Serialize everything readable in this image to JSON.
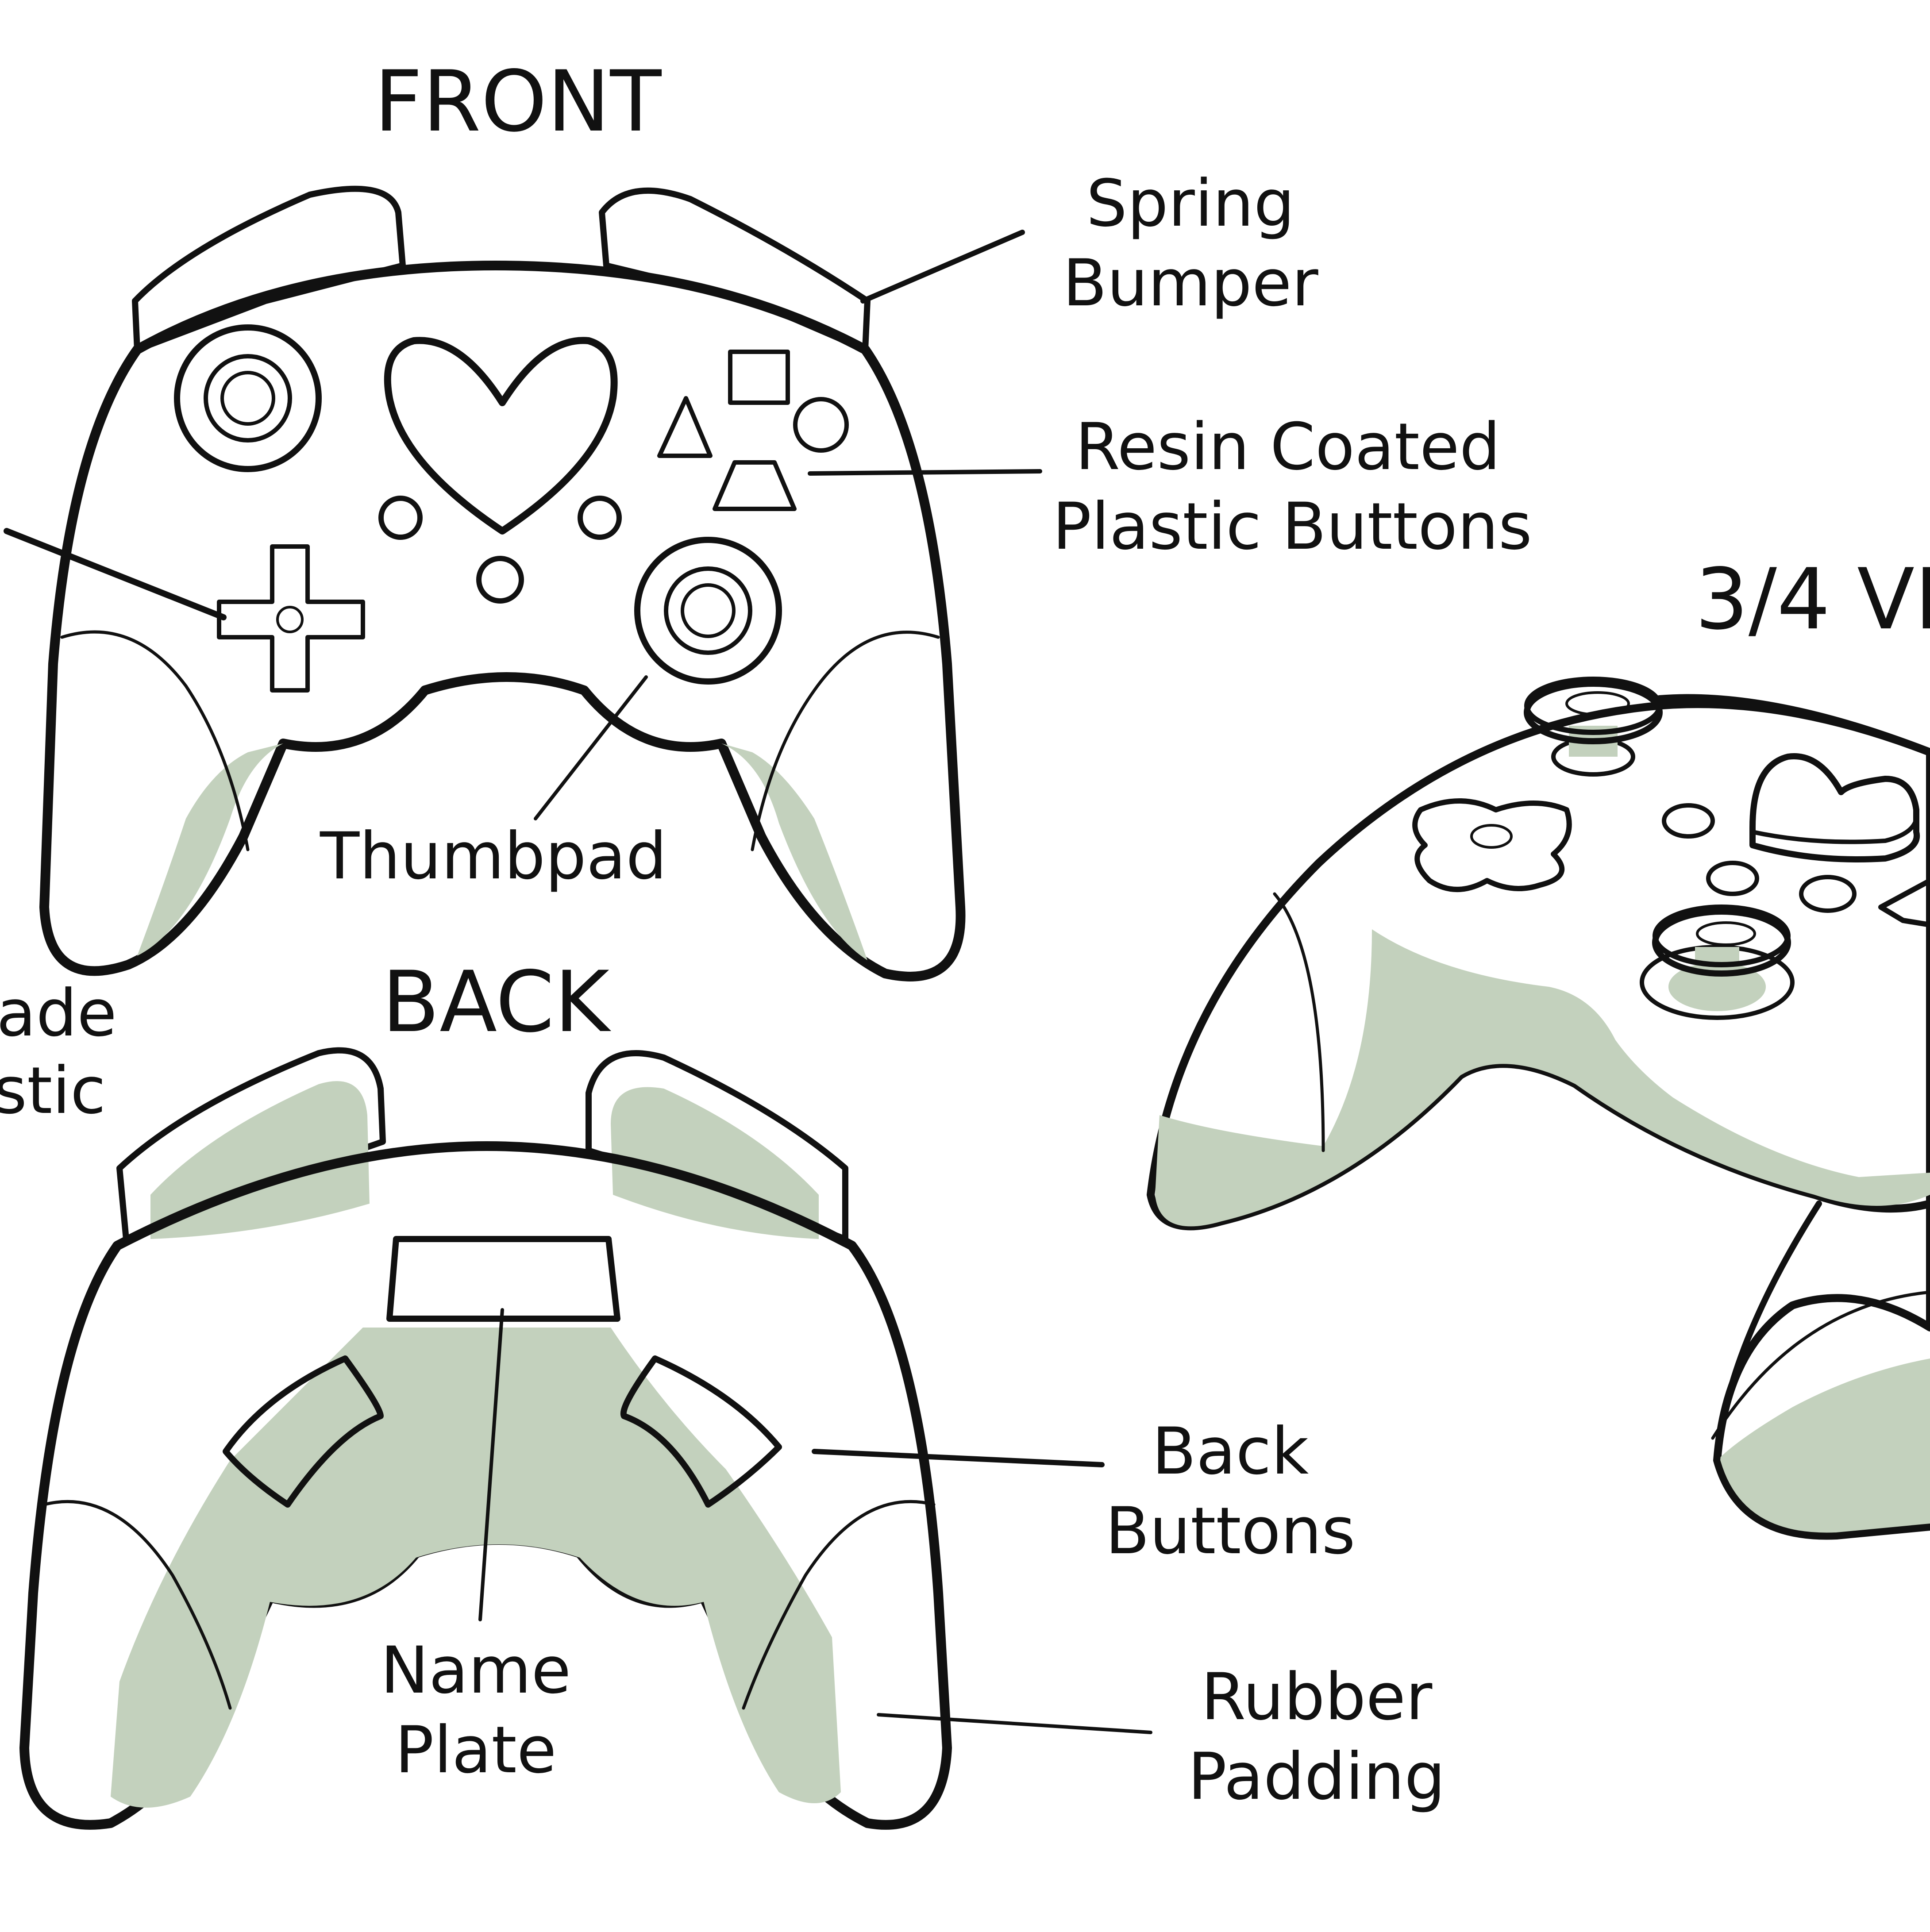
{
  "titles": {
    "front": "FRONT",
    "back": "BACK",
    "three_quarter": "3/4 VI"
  },
  "labels": {
    "spring_bumper": [
      "Spring",
      "Bumper"
    ],
    "resin_buttons": [
      "Resin Coated",
      "Plastic Buttons"
    ],
    "thumbpad": "Thumbpad",
    "left_cut": [
      "ade",
      "stic"
    ],
    "back_buttons": [
      "Back",
      "Buttons"
    ],
    "name_plate": [
      "Name",
      "Plate"
    ],
    "rubber_padding": [
      "Rubber",
      "Padding"
    ]
  },
  "colors": {
    "ink": "#111111",
    "rubber_green": "#c3d1bd",
    "background": "#ffffff"
  }
}
